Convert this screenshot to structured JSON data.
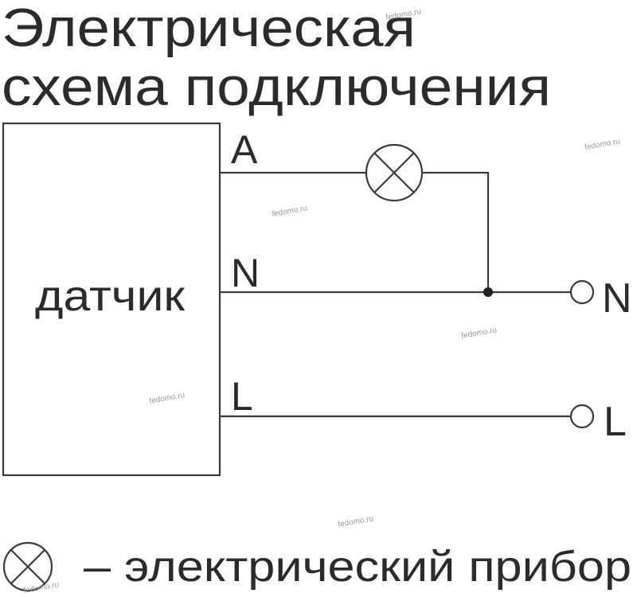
{
  "title": {
    "line1": "Электрическая",
    "line2": "схема подключения"
  },
  "device": {
    "label": "датчик"
  },
  "terminals": {
    "a": "A",
    "n": "N",
    "l": "L"
  },
  "outputs": {
    "n": "N",
    "l": "L"
  },
  "legend": {
    "text": "– электрический прибор",
    "icon": "lamp-cross-circle-icon"
  },
  "watermark": "fedomo.ru"
}
